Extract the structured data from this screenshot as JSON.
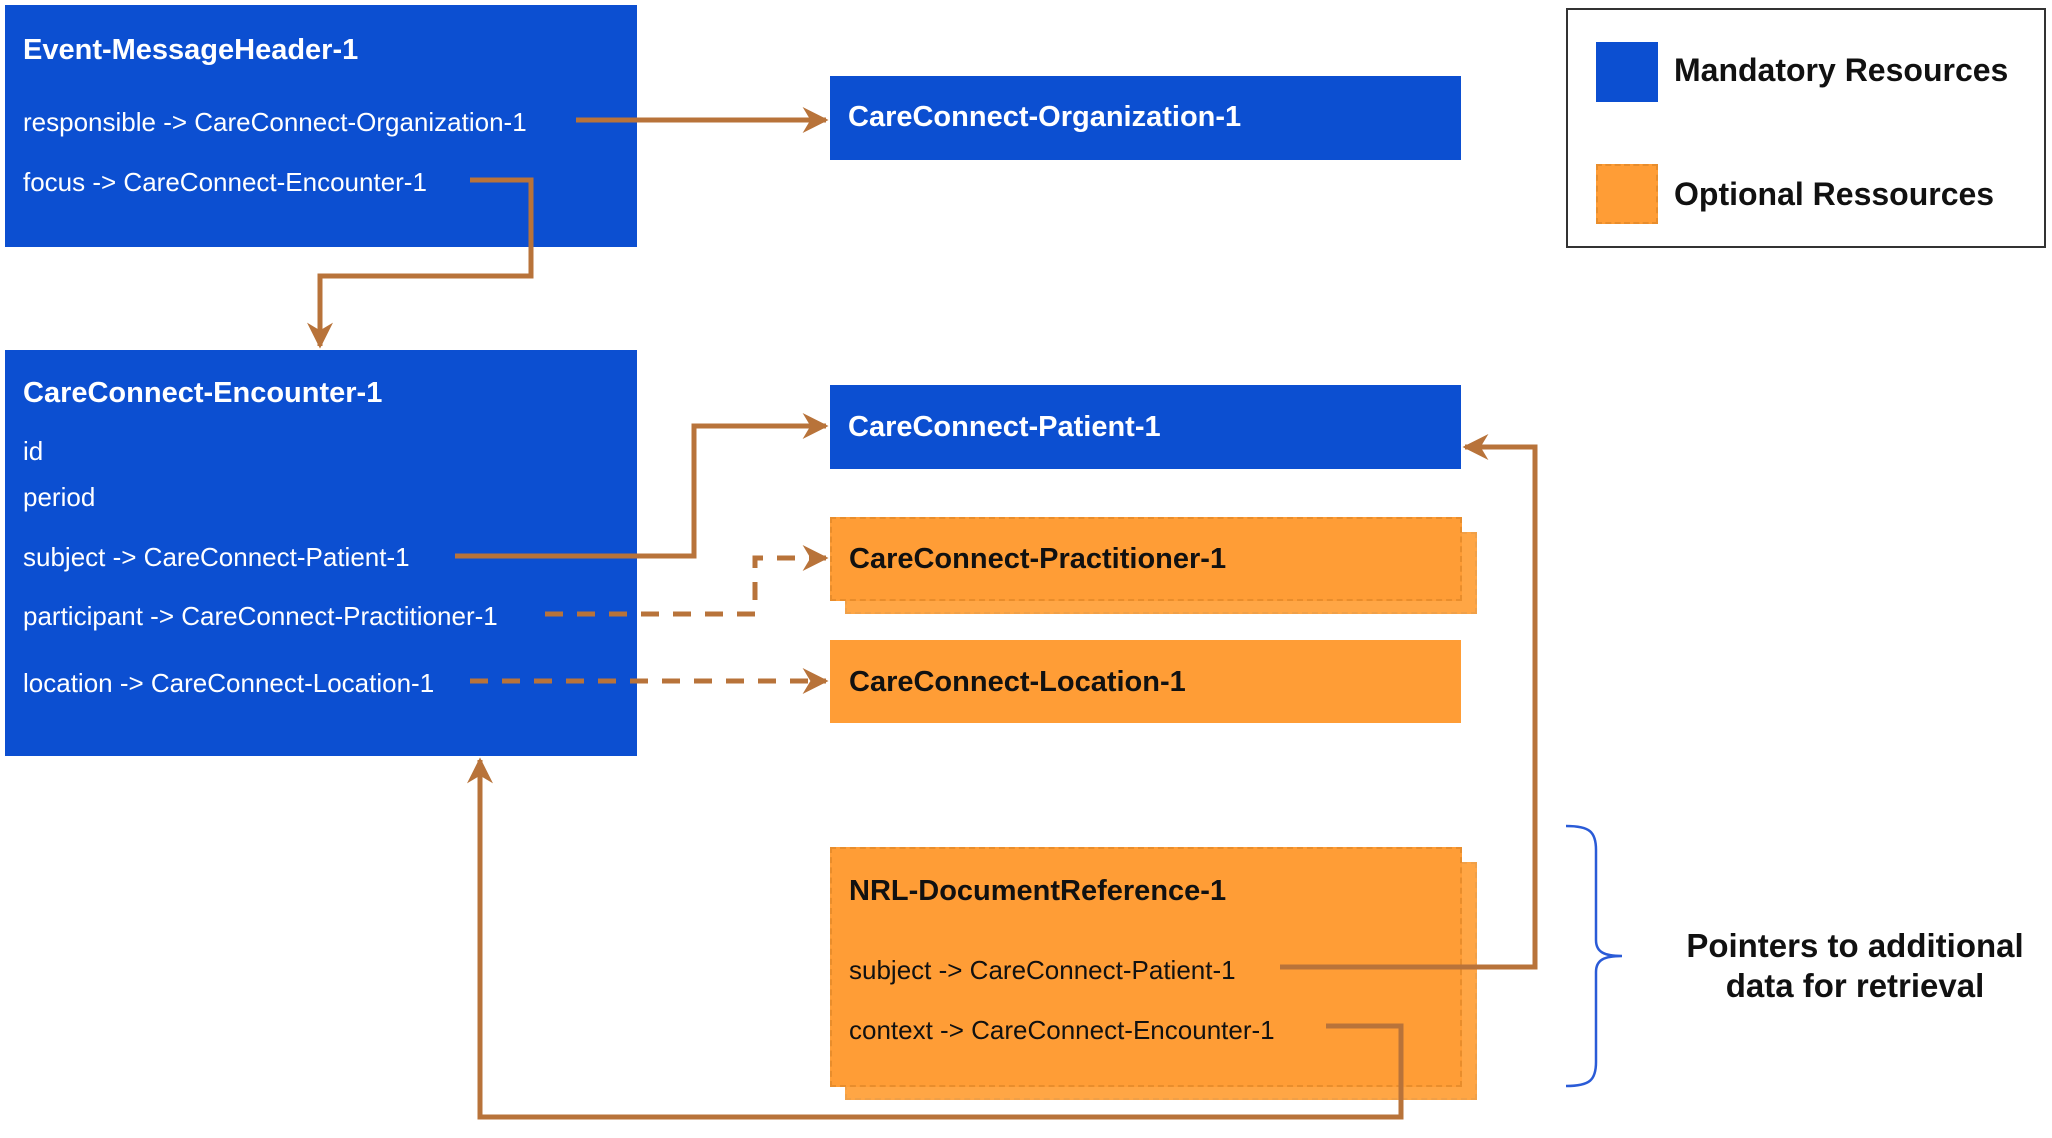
{
  "colors": {
    "mandatory": "#0c4fd1",
    "optional": "#ff9d36",
    "connector": "#b8733a"
  },
  "legend": {
    "mandatory_label": "Mandatory Resources",
    "optional_label": "Optional Ressources"
  },
  "message_header": {
    "title": "Event-MessageHeader-1",
    "responsible": "responsible -> CareConnect-Organization-1",
    "focus": "focus -> CareConnect-Encounter-1"
  },
  "organization": {
    "title": "CareConnect-Organization-1"
  },
  "encounter": {
    "title": "CareConnect-Encounter-1",
    "id": "id",
    "period": "period",
    "subject": "subject -> CareConnect-Patient-1",
    "participant": "participant -> CareConnect-Practitioner-1",
    "location": "location -> CareConnect-Location-1"
  },
  "patient": {
    "title": "CareConnect-Patient-1"
  },
  "practitioner": {
    "title": "CareConnect-Practitioner-1"
  },
  "location": {
    "title": "CareConnect-Location-1"
  },
  "document_reference": {
    "title": "NRL-DocumentReference-1",
    "subject": "subject -> CareConnect-Patient-1",
    "context": "context -> CareConnect-Encounter-1"
  },
  "note": {
    "line1": "Pointers to additional",
    "line2": "data for retrieval"
  }
}
